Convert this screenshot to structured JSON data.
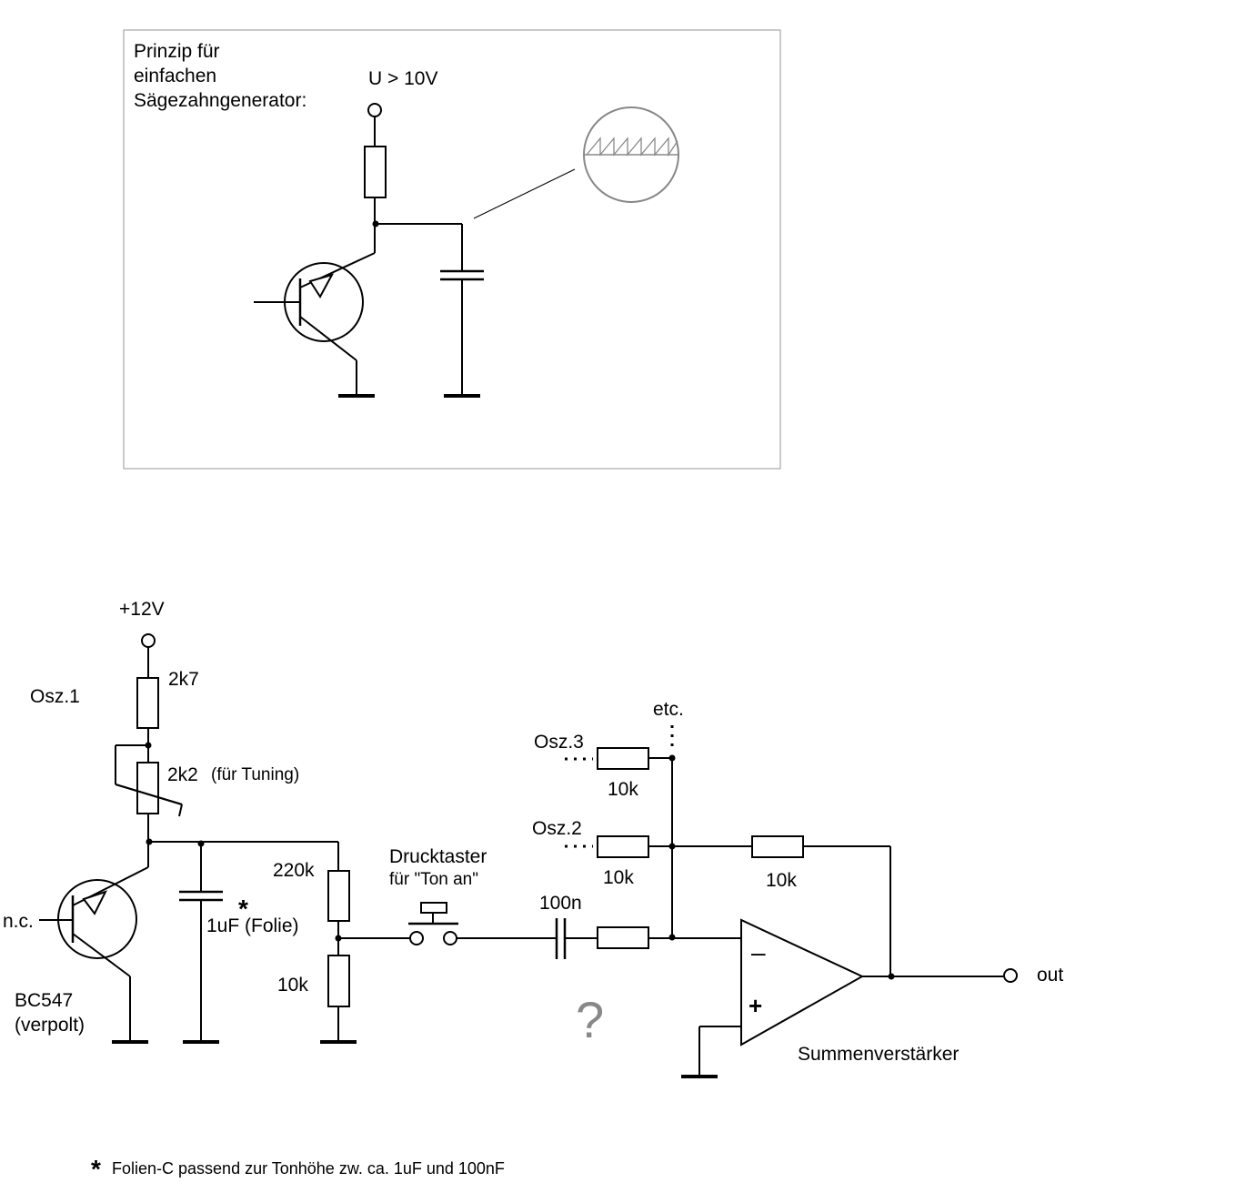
{
  "principle": {
    "title_lines": [
      "Prinzip für",
      "einfachen",
      "Sägezahngenerator:"
    ],
    "supply": "U > 10V"
  },
  "circuit": {
    "supply": "+12V",
    "osc_name": "Osz.1",
    "r_top": "2k7",
    "r_tune": "2k2",
    "r_tune_note": "(für Tuning)",
    "nc": "n.c.",
    "transistor_lines": [
      "BC547",
      "(verpolt)"
    ],
    "cap_star": "*",
    "cap_value": "1uF (Folie)",
    "r_div_top": "220k",
    "r_div_bottom": "10k",
    "button_lines": [
      "Drucktaster",
      "für \"Ton an\""
    ],
    "coupling_cap": "100n",
    "question": "?",
    "osc3": "Osz.3",
    "osc2": "Osz.2",
    "r_osc3": "10k",
    "r_osc2": "10k",
    "r_feedback": "10k",
    "etc": "etc.",
    "minus": "–",
    "plus": "+",
    "amp_name": "Summenverstärker",
    "out": "out"
  },
  "footnote": {
    "star": "*",
    "text": "Folien-C passend zur Tonhöhe zw. ca. 1uF und 100nF"
  }
}
